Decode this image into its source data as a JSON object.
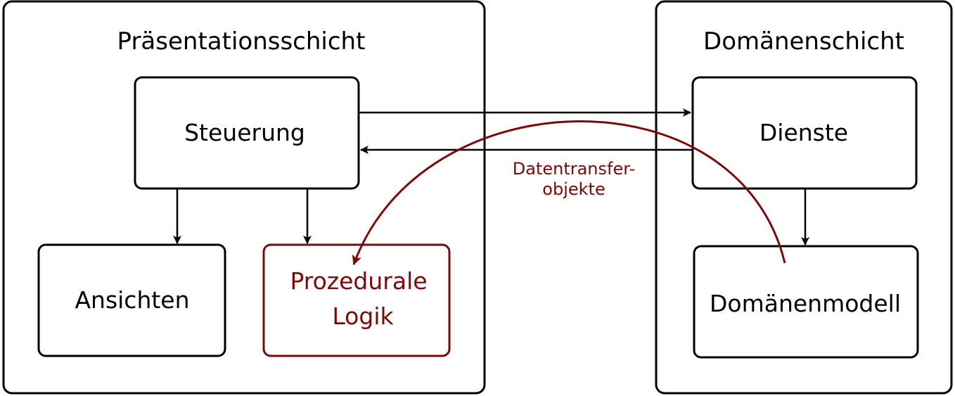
{
  "colors": {
    "accent": "#7a0a0a",
    "line": "#000000",
    "background": "#ffffff"
  },
  "layers": {
    "presentation": {
      "title": "Präsentationsschicht",
      "components": {
        "control": "Steuerung",
        "views": "Ansichten",
        "logic_line1": "Prozedurale",
        "logic_line2": "Logik"
      }
    },
    "domain": {
      "title": "Domänenschicht",
      "components": {
        "services": "Dienste",
        "model": "Domänenmodell"
      }
    }
  },
  "annotation": {
    "line1": "Datentransfer-",
    "line2": "objekte"
  }
}
